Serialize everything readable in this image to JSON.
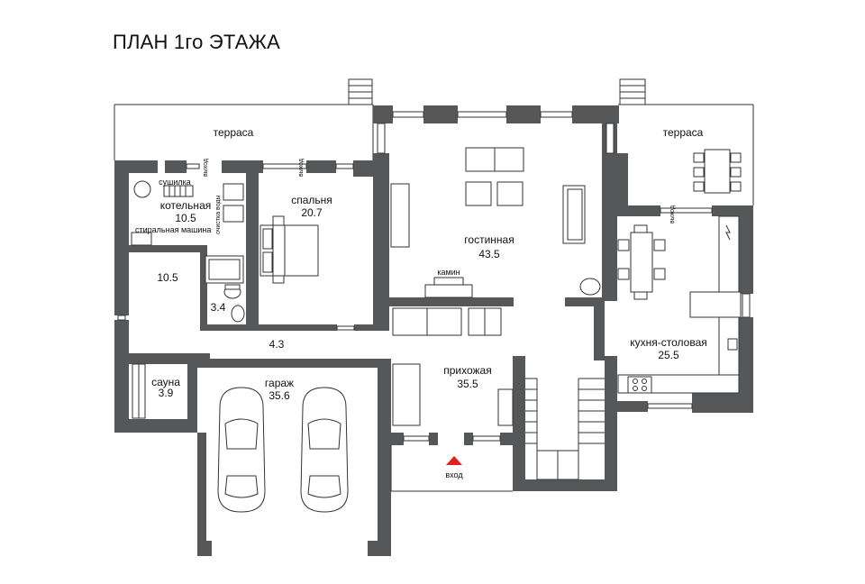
{
  "title": "ПЛАН 1го ЭТАЖА",
  "rooms": {
    "terrace_left": {
      "name": "терраса"
    },
    "terrace_right": {
      "name": "терраса"
    },
    "boiler": {
      "name": "котельная",
      "area": "10.5"
    },
    "dryer": {
      "name": "сушилка"
    },
    "washer": {
      "name": "стиральная машина"
    },
    "water_treatment": {
      "name": "очистка воды"
    },
    "hall_left": {
      "area": "10.5"
    },
    "bathroom": {
      "area": "3.4"
    },
    "bedroom": {
      "name": "спальня",
      "area": "20.7"
    },
    "living": {
      "name": "гостинная",
      "area": "43.5"
    },
    "fireplace": {
      "name": "камин"
    },
    "corridor": {
      "area": "4.3"
    },
    "sauna": {
      "name": "сауна",
      "area": "3.9"
    },
    "garage": {
      "name": "гараж",
      "area": "35.6"
    },
    "entry_hall": {
      "name": "прихожая",
      "area": "35.5"
    },
    "kitchen": {
      "name": "кухня-столовая",
      "area": "25.5"
    }
  },
  "labels": {
    "exit": "выход",
    "entrance": "вход"
  },
  "colors": {
    "wall": "#555759",
    "entrance_arrow": "#e0201c"
  }
}
